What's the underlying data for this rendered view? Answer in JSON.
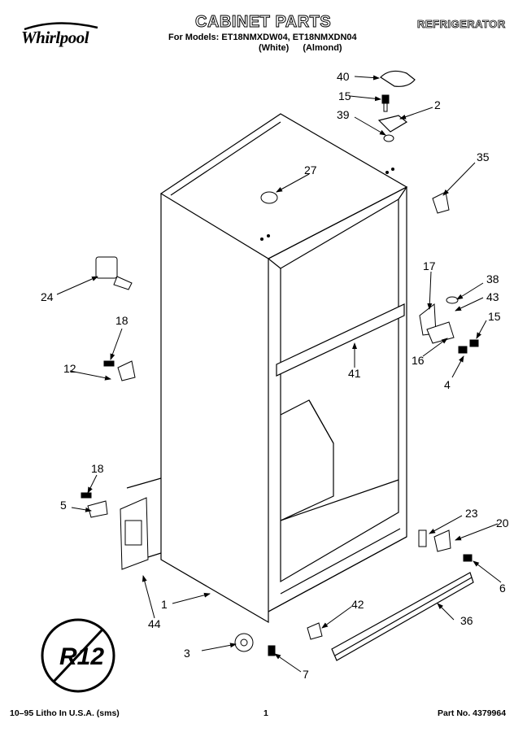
{
  "header": {
    "brand": "Whirlpool",
    "title": "CABINET PARTS",
    "category": "REFRIGERATOR",
    "models_line": "For Models: ET18NMXDW04, ET18NMXDN04",
    "colors_line": "(White) (Almond)"
  },
  "footer": {
    "print_info": "10–95 Litho In U.S.A. (sms)",
    "page": "1",
    "part_number": "Part No. 4379964"
  },
  "callouts": {
    "c40": "40",
    "c15a": "15",
    "c2": "2",
    "c39": "39",
    "c27": "27",
    "c35": "35",
    "c24": "24",
    "c17": "17",
    "c38": "38",
    "c43": "43",
    "c15b": "15",
    "c18a": "18",
    "c12": "12",
    "c41": "41",
    "c16": "16",
    "c4": "4",
    "c18b": "18",
    "c5": "5",
    "c23": "23",
    "c20": "20",
    "c6": "6",
    "c1": "1",
    "c44": "44",
    "c42": "42",
    "c36": "36",
    "c3": "3",
    "c7": "7"
  },
  "badge": {
    "text": "R12"
  }
}
